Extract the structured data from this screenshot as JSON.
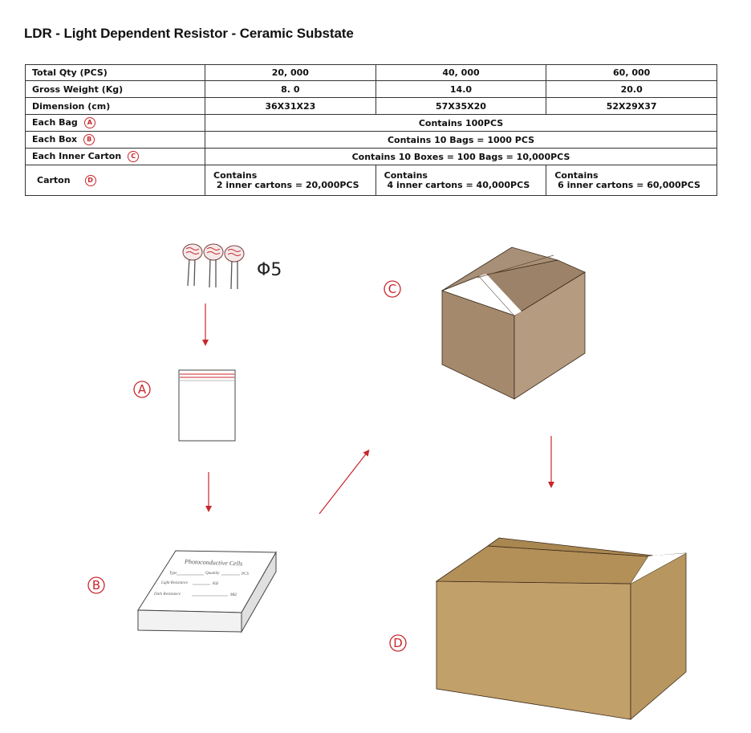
{
  "title": "LDR - Light Dependent Resistor - Ceramic Substate",
  "table": {
    "rows": [
      {
        "label": "Total Qty (PCS)",
        "values": [
          "20, 000",
          "40, 000",
          "60, 000"
        ]
      },
      {
        "label": "Gross Weight (Kg)",
        "values": [
          "8. 0",
          "14.0",
          "20.0"
        ]
      },
      {
        "label": "Dimension (cm)",
        "values": [
          "36X31X23",
          "57X35X20",
          "52X29X37"
        ]
      },
      {
        "label": "Each Bag",
        "badge": "A",
        "span": "Contains 100PCS"
      },
      {
        "label": "Each  Box",
        "badge": "B",
        "span": "Contains 10 Bags = 1000 PCS"
      },
      {
        "label": "Each Inner Carton",
        "badge": "C",
        "span": "Contains 10 Boxes = 100 Bags = 10,000PCS"
      },
      {
        "label": "Carton",
        "badge": "D",
        "multi": [
          {
            "line1": "Contains",
            "line2": " 2 inner cartons = 20,000PCS"
          },
          {
            "line1": "Contains",
            "line2": " 4 inner cartons = 40,000PCS"
          },
          {
            "line1": "Contains",
            "line2": " 6 inner cartons = 60,000PCS"
          }
        ]
      }
    ]
  },
  "diagram": {
    "phi_label": "Φ5",
    "markers": {
      "a": "A",
      "b": "B",
      "c": "C",
      "d": "D"
    },
    "box_label": {
      "title": "Photoconductive Cells",
      "type": "Type",
      "quantity": "Quantity",
      "pcs": "PCS",
      "light": "Light Resistance",
      "kohm": "KΩ",
      "dark": "Dark Resistance",
      "mohm": "MΩ"
    },
    "colors": {
      "accent": "#c8262b",
      "carton_c": "#a99078",
      "carton_d": "#bf9d66"
    }
  }
}
